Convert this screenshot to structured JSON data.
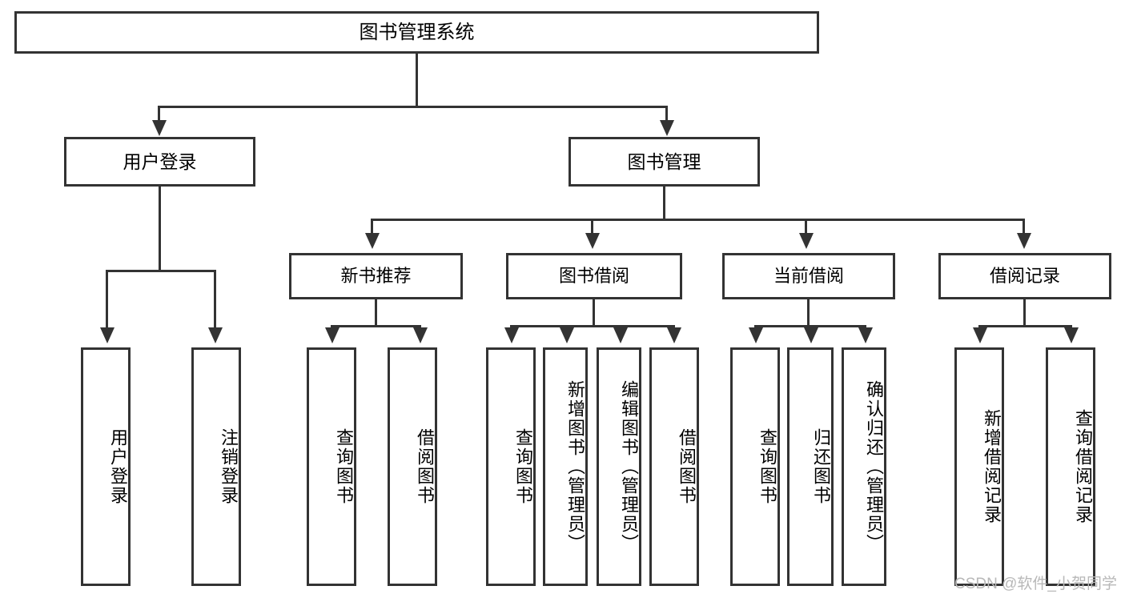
{
  "diagram": {
    "title": "图书管理系统",
    "type": "hierarchy-tree",
    "nodes": {
      "root": {
        "label": "图书管理系统"
      },
      "level2": [
        {
          "id": "user-login",
          "label": "用户登录"
        },
        {
          "id": "book-management",
          "label": "图书管理"
        }
      ],
      "level3": [
        {
          "id": "new-book-recommend",
          "label": "新书推荐"
        },
        {
          "id": "book-borrow",
          "label": "图书借阅"
        },
        {
          "id": "current-borrow",
          "label": "当前借阅"
        },
        {
          "id": "borrow-record",
          "label": "借阅记录"
        }
      ],
      "leaves": [
        {
          "id": "leaf-user-login",
          "label": "用户登录",
          "parent": "user-login"
        },
        {
          "id": "leaf-logout-login",
          "label": "注销登录",
          "parent": "user-login"
        },
        {
          "id": "leaf-query-book-1",
          "label": "查询图书",
          "parent": "new-book-recommend"
        },
        {
          "id": "leaf-borrow-book-1",
          "label": "借阅图书",
          "parent": "new-book-recommend"
        },
        {
          "id": "leaf-query-book-2",
          "label": "查询图书",
          "parent": "book-borrow"
        },
        {
          "id": "leaf-add-book",
          "label": "新增图书（管理员）",
          "parent": "book-borrow"
        },
        {
          "id": "leaf-edit-book",
          "label": "编辑图书（管理员）",
          "parent": "book-borrow"
        },
        {
          "id": "leaf-borrow-book-2",
          "label": "借阅图书",
          "parent": "book-borrow"
        },
        {
          "id": "leaf-query-book-3",
          "label": "查询图书",
          "parent": "current-borrow"
        },
        {
          "id": "leaf-return-book",
          "label": "归还图书",
          "parent": "current-borrow"
        },
        {
          "id": "leaf-confirm-return",
          "label": "确认归还（管理员）",
          "parent": "current-borrow"
        },
        {
          "id": "leaf-add-record",
          "label": "新增借阅记录",
          "parent": "borrow-record"
        },
        {
          "id": "leaf-query-record",
          "label": "查询借阅记录",
          "parent": "borrow-record"
        }
      ]
    },
    "colors": {
      "line": "#333333",
      "box_fill": "#ffffff",
      "text": "#000000",
      "watermark": "#b8b8b8"
    }
  },
  "watermark": {
    "text": "CSDN @软件_小贺同学"
  }
}
